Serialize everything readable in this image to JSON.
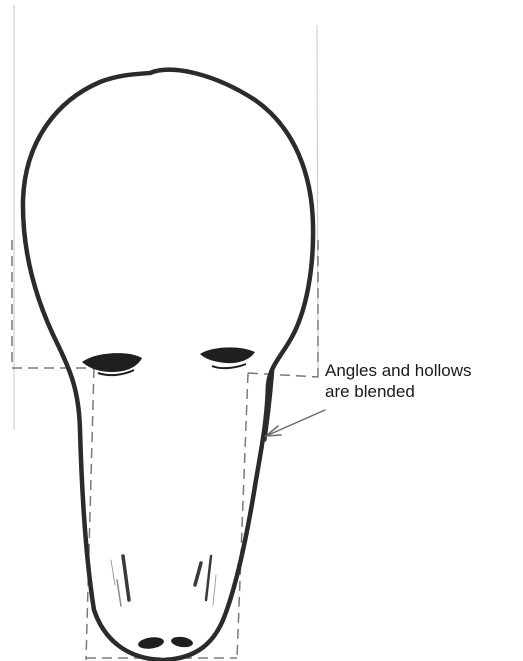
{
  "annotation": {
    "lines": [
      "Angles and hollows",
      "are blended"
    ]
  },
  "colors": {
    "outline": "#2b2b2b",
    "guide": "#7a7a7a",
    "faint_guide": "#c9c9c9",
    "feature": "#1f1f1f",
    "background": "#ffffff"
  },
  "icons": {
    "pointer": "arrow-pointer"
  }
}
